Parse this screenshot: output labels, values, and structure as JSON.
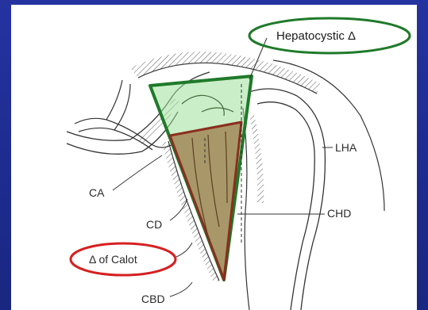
{
  "labels": {
    "hepatocystic": "Hepatocystic Δ",
    "lha": "LHA",
    "ca": "CA",
    "cd": "CD",
    "chd": "CHD",
    "calot": "Δ of Calot",
    "cbd": "CBD"
  },
  "colors": {
    "background": "#1f2d8a",
    "green_outline": "#1f7a2a",
    "green_fill": "#9fe09a",
    "brown_outline": "#8a2e1e",
    "brown_fill": "#9c7a4a",
    "red_ellipse": "#d62020"
  }
}
